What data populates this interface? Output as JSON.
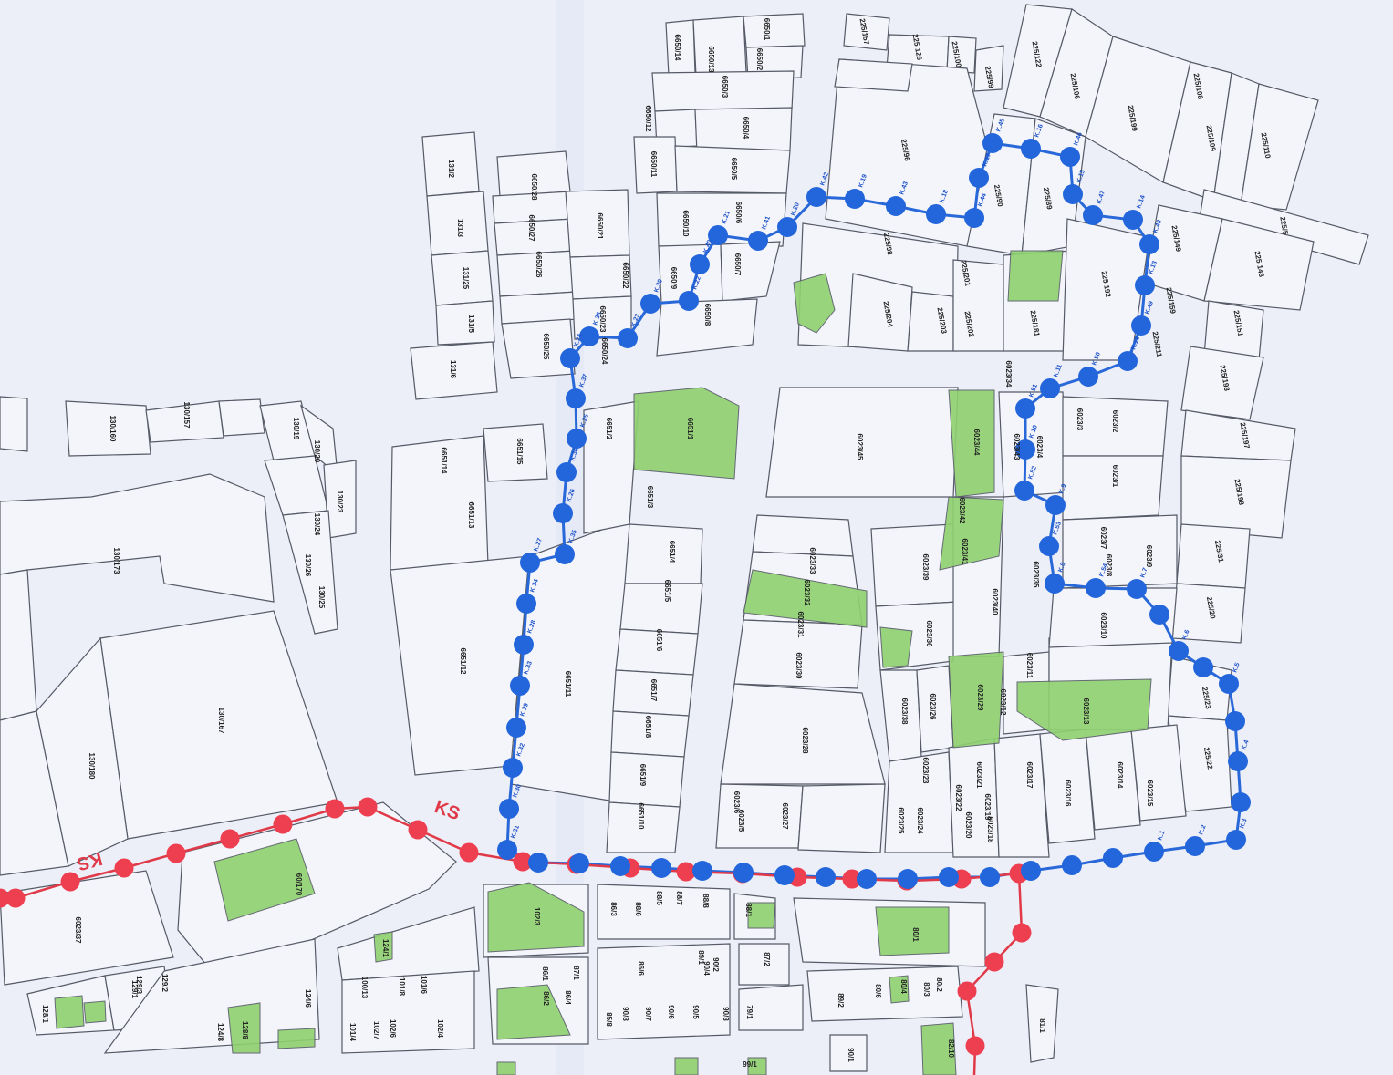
{
  "colors": {
    "blue_line": "#2868d8",
    "red_line": "#e03a48",
    "green_area": "#8fd16f",
    "paper": "#eceef8"
  },
  "route_labels": {
    "ks_left": "KS",
    "ks_right": "KS"
  },
  "parcel_labels": [
    {
      "t": "225/157"
    },
    {
      "t": "225/126"
    },
    {
      "t": "225/100"
    },
    {
      "t": "225/99"
    },
    {
      "t": "225/122"
    },
    {
      "t": "225/106"
    },
    {
      "t": "225/108"
    },
    {
      "t": "225/199"
    },
    {
      "t": "225/109"
    },
    {
      "t": "225/110"
    },
    {
      "t": "225/96"
    },
    {
      "t": "225/90"
    },
    {
      "t": "225/89"
    },
    {
      "t": "225/5"
    },
    {
      "t": "225/149"
    },
    {
      "t": "225/148"
    },
    {
      "t": "225/98"
    },
    {
      "t": "225/201"
    },
    {
      "t": "225/192"
    },
    {
      "t": "225/159"
    },
    {
      "t": "225/204"
    },
    {
      "t": "225/203"
    },
    {
      "t": "225/202"
    },
    {
      "t": "225/181"
    },
    {
      "t": "225/151"
    },
    {
      "t": "225/211"
    },
    {
      "t": "225/193"
    },
    {
      "t": "225/197"
    },
    {
      "t": "225/198"
    },
    {
      "t": "225/31"
    },
    {
      "t": "225/20"
    },
    {
      "t": "225/23"
    },
    {
      "t": "225/22"
    },
    {
      "t": "6650/1"
    },
    {
      "t": "6650/2"
    },
    {
      "t": "6650/3"
    },
    {
      "t": "6650/4"
    },
    {
      "t": "6650/5"
    },
    {
      "t": "6650/6"
    },
    {
      "t": "6650/7"
    },
    {
      "t": "6650/8"
    },
    {
      "t": "6650/9"
    },
    {
      "t": "6650/10"
    },
    {
      "t": "6650/11"
    },
    {
      "t": "6650/12"
    },
    {
      "t": "6650/13"
    },
    {
      "t": "6650/14"
    },
    {
      "t": "6650/21"
    },
    {
      "t": "6650/22"
    },
    {
      "t": "6650/23"
    },
    {
      "t": "6650/24"
    },
    {
      "t": "6650/25"
    },
    {
      "t": "6650/26"
    },
    {
      "t": "6650/27"
    },
    {
      "t": "6650/28"
    },
    {
      "t": "131/2"
    },
    {
      "t": "131/3"
    },
    {
      "t": "131/25"
    },
    {
      "t": "131/5"
    },
    {
      "t": "131/6"
    },
    {
      "t": "130/160"
    },
    {
      "t": "130/157"
    },
    {
      "t": "130/19"
    },
    {
      "t": "130/20"
    },
    {
      "t": "130/23"
    },
    {
      "t": "130/24"
    },
    {
      "t": "130/26"
    },
    {
      "t": "130/25"
    },
    {
      "t": "130/173"
    },
    {
      "t": "130/167"
    },
    {
      "t": "130/180"
    },
    {
      "t": "6651/14"
    },
    {
      "t": "6651/15"
    },
    {
      "t": "6651/13"
    },
    {
      "t": "6651/12"
    },
    {
      "t": "6651/11"
    },
    {
      "t": "6651/1"
    },
    {
      "t": "6651/2"
    },
    {
      "t": "6651/3"
    },
    {
      "t": "6651/4"
    },
    {
      "t": "6651/5"
    },
    {
      "t": "6651/6"
    },
    {
      "t": "6651/7"
    },
    {
      "t": "6651/8"
    },
    {
      "t": "6651/9"
    },
    {
      "t": "6651/10"
    },
    {
      "t": "6023/45"
    },
    {
      "t": "6023/44"
    },
    {
      "t": "6023/43"
    },
    {
      "t": "6023/4"
    },
    {
      "t": "6023/3"
    },
    {
      "t": "6023/2"
    },
    {
      "t": "6023/1"
    },
    {
      "t": "6023/42"
    },
    {
      "t": "6023/41"
    },
    {
      "t": "6023/40"
    },
    {
      "t": "6023/39"
    },
    {
      "t": "6023/38"
    },
    {
      "t": "6023/36"
    },
    {
      "t": "6023/35"
    },
    {
      "t": "6023/34"
    },
    {
      "t": "6023/33"
    },
    {
      "t": "6023/32"
    },
    {
      "t": "6023/31"
    },
    {
      "t": "6023/30"
    },
    {
      "t": "6023/28"
    },
    {
      "t": "6023/27"
    },
    {
      "t": "6023/26"
    },
    {
      "t": "6023/25"
    },
    {
      "t": "6023/24"
    },
    {
      "t": "6023/23"
    },
    {
      "t": "6023/22"
    },
    {
      "t": "6023/21"
    },
    {
      "t": "6023/20"
    },
    {
      "t": "6023/19"
    },
    {
      "t": "6023/18"
    },
    {
      "t": "6023/17"
    },
    {
      "t": "6023/16"
    },
    {
      "t": "6023/14"
    },
    {
      "t": "6023/15"
    },
    {
      "t": "6023/13"
    },
    {
      "t": "6023/12"
    },
    {
      "t": "6023/11"
    },
    {
      "t": "6023/10"
    },
    {
      "t": "6023/9"
    },
    {
      "t": "6023/8"
    },
    {
      "t": "6023/7"
    },
    {
      "t": "6023/6"
    },
    {
      "t": "6023/5"
    },
    {
      "t": "6023/29"
    },
    {
      "t": "6023/37"
    },
    {
      "t": "129/1"
    },
    {
      "t": "129/3"
    },
    {
      "t": "129/2"
    },
    {
      "t": "128/1"
    },
    {
      "t": "128/8"
    },
    {
      "t": "124/8"
    },
    {
      "t": "124/6"
    },
    {
      "t": "124/1"
    },
    {
      "t": "100/13"
    },
    {
      "t": "101/8"
    },
    {
      "t": "101/6"
    },
    {
      "t": "101/4"
    },
    {
      "t": "102/7"
    },
    {
      "t": "102/6"
    },
    {
      "t": "102/4"
    },
    {
      "t": "102/3"
    },
    {
      "t": "87/1"
    },
    {
      "t": "86/1"
    },
    {
      "t": "86/4"
    },
    {
      "t": "86/2"
    },
    {
      "t": "86/3"
    },
    {
      "t": "88/6"
    },
    {
      "t": "88/5"
    },
    {
      "t": "88/7"
    },
    {
      "t": "88/8"
    },
    {
      "t": "88/1"
    },
    {
      "t": "87/2"
    },
    {
      "t": "86/6"
    },
    {
      "t": "89/1"
    },
    {
      "t": "89/2"
    },
    {
      "t": "80/6"
    },
    {
      "t": "80/4"
    },
    {
      "t": "80/3"
    },
    {
      "t": "80/2"
    },
    {
      "t": "80/1"
    },
    {
      "t": "79/1"
    },
    {
      "t": "85/8"
    },
    {
      "t": "90/8"
    },
    {
      "t": "90/7"
    },
    {
      "t": "90/6"
    },
    {
      "t": "90/5"
    },
    {
      "t": "90/4"
    },
    {
      "t": "90/3"
    },
    {
      "t": "90/2"
    },
    {
      "t": "90/1"
    },
    {
      "t": "82/10"
    },
    {
      "t": "81/1"
    },
    {
      "t": "60/170"
    },
    {
      "t": "99/1"
    }
  ],
  "point_labels": [
    {
      "t": "K.1"
    },
    {
      "t": "K.2"
    },
    {
      "t": "K.3"
    },
    {
      "t": "K.4"
    },
    {
      "t": "K.5"
    },
    {
      "t": "K.6"
    },
    {
      "t": "K.7"
    },
    {
      "t": "K.8"
    },
    {
      "t": "K.9"
    },
    {
      "t": "K.10"
    },
    {
      "t": "K.11"
    },
    {
      "t": "K.12"
    },
    {
      "t": "K.13"
    },
    {
      "t": "K.14"
    },
    {
      "t": "K.15"
    },
    {
      "t": "K.16"
    },
    {
      "t": "K.17"
    },
    {
      "t": "K.18"
    },
    {
      "t": "K.19"
    },
    {
      "t": "K.20"
    },
    {
      "t": "K.21"
    },
    {
      "t": "K.22"
    },
    {
      "t": "K.23"
    },
    {
      "t": "K.24"
    },
    {
      "t": "K.25"
    },
    {
      "t": "K.26"
    },
    {
      "t": "K.27"
    },
    {
      "t": "K.28"
    },
    {
      "t": "K.29"
    },
    {
      "t": "K.30"
    },
    {
      "t": "K.31"
    },
    {
      "t": "K.32"
    },
    {
      "t": "K.33"
    },
    {
      "t": "K.34"
    },
    {
      "t": "K.35"
    },
    {
      "t": "K.36"
    },
    {
      "t": "K.37"
    },
    {
      "t": "K.38"
    },
    {
      "t": "K.39"
    },
    {
      "t": "K.40"
    },
    {
      "t": "K.41"
    },
    {
      "t": "K.42"
    },
    {
      "t": "K.43"
    },
    {
      "t": "K.44"
    },
    {
      "t": "K.45"
    },
    {
      "t": "K.46"
    },
    {
      "t": "K.47"
    },
    {
      "t": "K.48"
    },
    {
      "t": "K.49"
    },
    {
      "t": "K.50"
    },
    {
      "t": "K.51"
    },
    {
      "t": "K.52"
    },
    {
      "t": "K.53"
    },
    {
      "t": "K.54"
    }
  ]
}
